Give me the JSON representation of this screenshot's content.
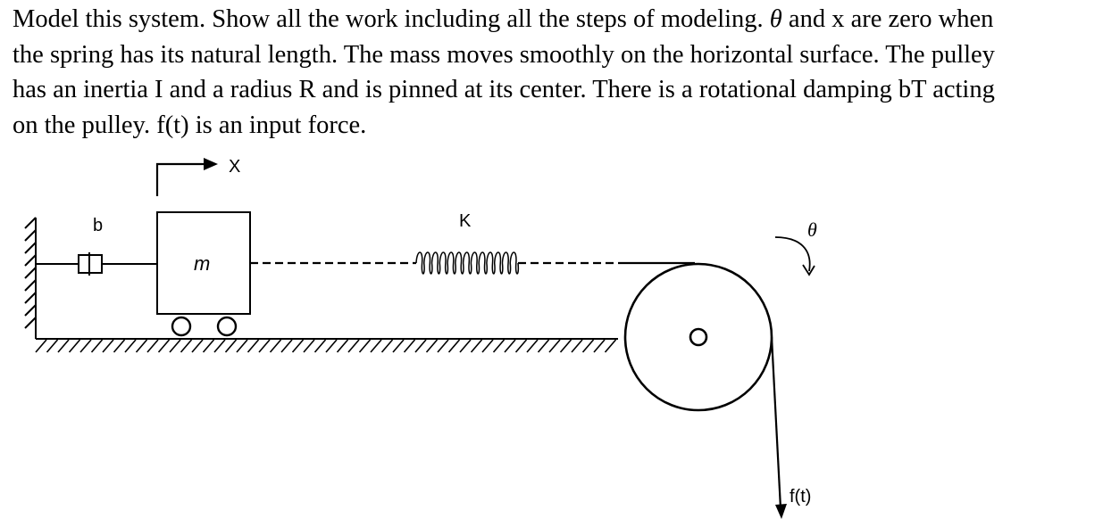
{
  "problem": {
    "line1_a": "Model this system. Show all the work including all the steps of modeling. ",
    "line1_theta": "θ",
    "line1_b": " and x are zero when",
    "line2": "the spring has its natural length. The mass moves smoothly on the horizontal surface. The pulley",
    "line3": "has an inertia I and a radius R and is pinned at its center. There is a rotational damping bT acting",
    "line4": "on the pulley. f(t) is an input force."
  },
  "diagram": {
    "labels": {
      "x": "X",
      "damper": "b",
      "mass": "m",
      "spring": "K",
      "theta": "θ",
      "force": "f(t)"
    }
  }
}
